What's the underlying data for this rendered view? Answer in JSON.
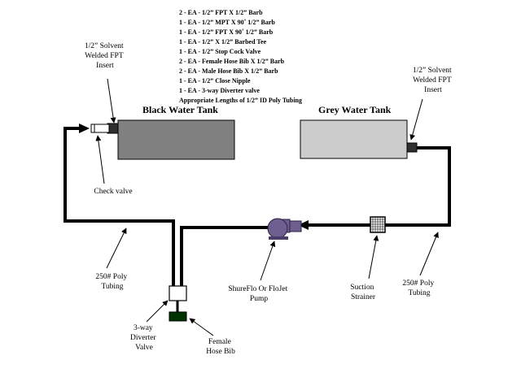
{
  "parts_list": [
    "2 - EA - 1/2” FPT X 1/2” Barb",
    "1 - EA - 1/2” MPT X 90˚ 1/2” Barb",
    "1 - EA - 1/2” FPT X 90˚ 1/2” Barb",
    "1 - EA - 1/2” X 1/2” Barbed Tee",
    "1 - EA - 1/2” Stop Cock Valve",
    "2 - EA - Female Hose Bib X 1/2” Barb",
    "2 - EA - Male Hose Bib X 1/2” Barb",
    "1 - EA - 1/2” Close Nipple",
    "1 - EA - 3-way Diverter valve",
    "Appropriate Lengths of 1/2” ID Poly Tubing"
  ],
  "tanks": {
    "black": {
      "title": "Black Water Tank",
      "color": "#808080"
    },
    "grey": {
      "title": "Grey Water Tank",
      "color": "#cccccc"
    }
  },
  "labels": {
    "solvent_left": [
      "1/2” Solvent",
      "Welded FPT",
      "Insert"
    ],
    "solvent_right": [
      "1/2” Solvent",
      "Welded FPT",
      "Insert"
    ],
    "check_valve": "Check valve",
    "poly_left": [
      "250# Poly",
      "Tubing"
    ],
    "poly_right": [
      "250# Poly",
      "Tubing"
    ],
    "pump": [
      "ShureFlo Or FloJet",
      "Pump"
    ],
    "strainer": [
      "Suction",
      "Strainer"
    ],
    "diverter": [
      "3-way",
      "Diverter",
      "Valve"
    ],
    "hose_bib": [
      "Female",
      "Hose Bib"
    ]
  },
  "colors": {
    "pump": "#6f5f90",
    "hose_bib": "#003300",
    "pipe": "#000000"
  }
}
